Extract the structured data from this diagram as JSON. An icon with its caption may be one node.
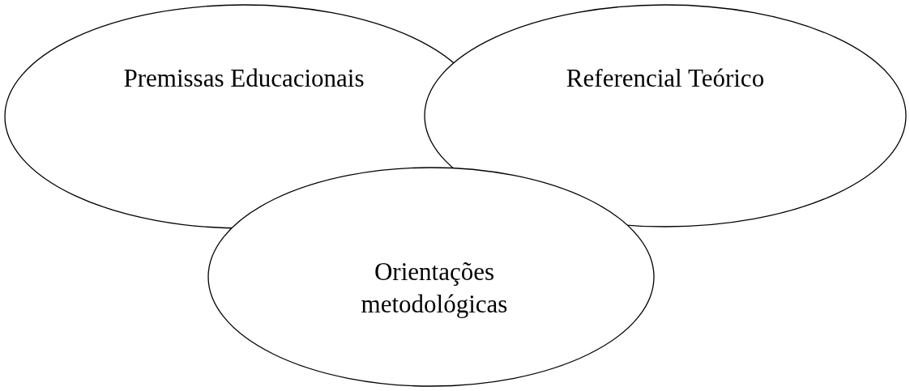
{
  "diagram": {
    "nodes": [
      {
        "text": [
          "Premissas Educacionais"
        ]
      },
      {
        "text": [
          "Referencial Teórico"
        ]
      },
      {
        "text": [
          "Orientações metodológicas"
        ]
      }
    ]
  }
}
